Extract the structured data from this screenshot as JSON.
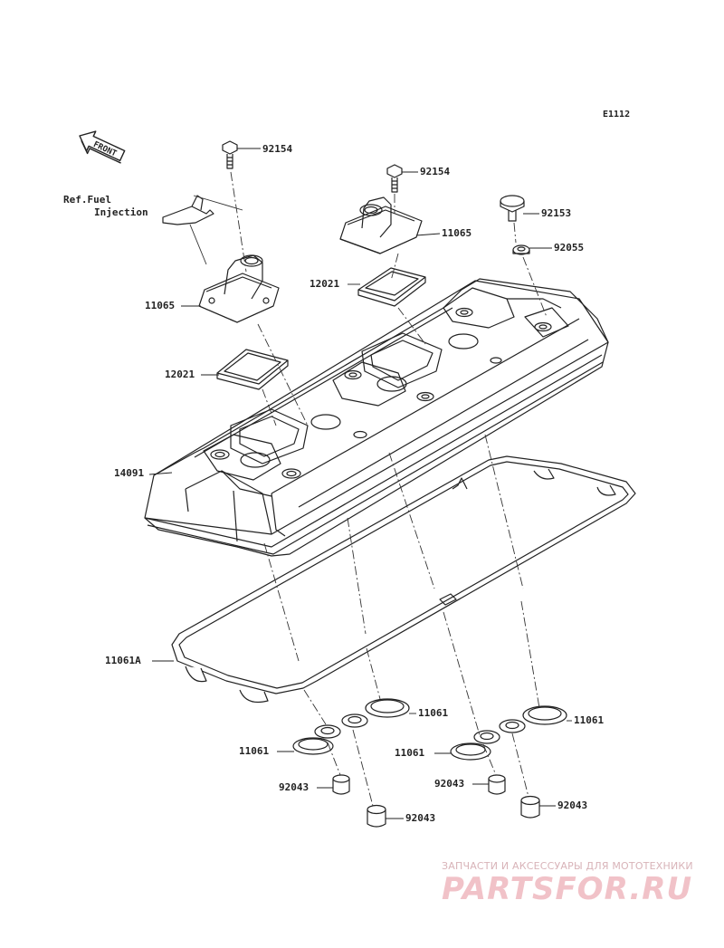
{
  "diagram_code": "E1112",
  "front_label": "FRONT",
  "ref_note": {
    "line1": "Ref.Fuel",
    "line2": "Injection"
  },
  "labels": {
    "bolt_a": "92154",
    "bolt_b": "92154",
    "bolt_c": "92153",
    "washer": "92055",
    "cap_right": "11065",
    "cap_left": "11065",
    "gasket_plate_right": "12021",
    "gasket_plate_left": "12021",
    "head_cover": "14091",
    "cover_gasket": "11061A",
    "plug_gasket_1": "11061",
    "plug_gasket_2": "11061",
    "plug_gasket_3": "11061",
    "plug_gasket_4": "11061",
    "collar_1": "92043",
    "collar_2": "92043",
    "collar_3": "92043",
    "collar_4": "92043"
  },
  "watermark": {
    "tagline": "ЗАПЧАСТИ И АКСЕССУАРЫ ДЛЯ МОТОТЕХНИКИ",
    "logo": "PARTSFOR.RU"
  }
}
